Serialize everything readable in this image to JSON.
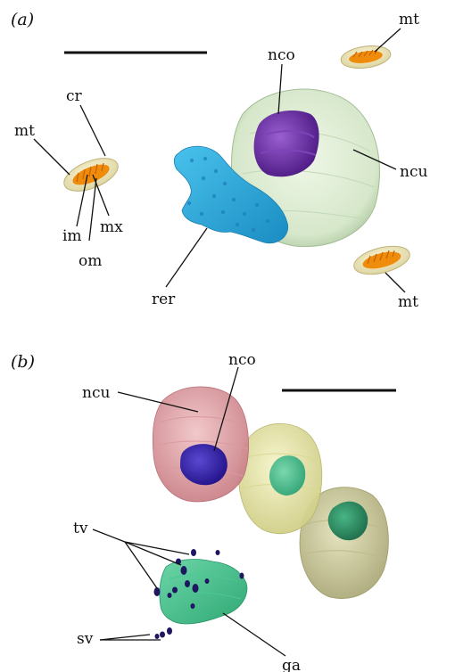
{
  "panel_a": {
    "label": "(a)",
    "labels": {
      "mt_top": "mt",
      "nco": "nco",
      "cr": "cr",
      "mt_left": "mt",
      "ncu": "ncu",
      "mx": "mx",
      "im": "im",
      "om": "om",
      "rer": "rer",
      "mt_bottom": "mt"
    }
  },
  "panel_b": {
    "label": "(b)",
    "labels": {
      "nco": "nco",
      "ncu": "ncu",
      "tv": "tv",
      "sv": "sv",
      "ga": "ga"
    }
  },
  "colors": {
    "mitochondria": "#f08c0c",
    "membrane": "#ece6b6",
    "nucleus_a": "#d6e8cc",
    "nucleolus_a": "#6a2aa0",
    "rer": "#27a6d8",
    "nucleus_pink": "#e3a3a8",
    "nucleolus_blue": "#3420a0",
    "nucleus_yellow": "#ecebaa",
    "nucleus_olive": "#cbc99a",
    "nucleolus_green": "#4ab88a",
    "nucleolus_darkgreen": "#2f8a62",
    "golgi": "#3fbf8a",
    "vesicles": "#1e1660"
  }
}
